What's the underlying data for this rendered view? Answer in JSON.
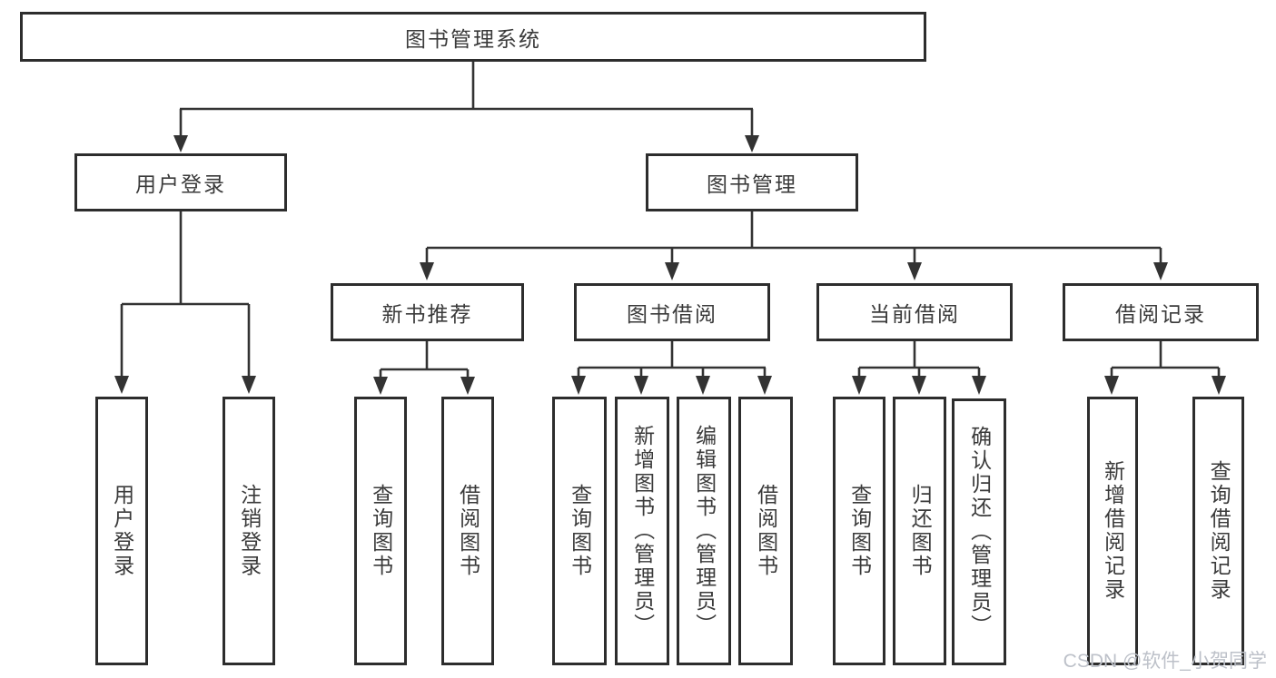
{
  "diagram": {
    "title": "图书管理系统",
    "type": "functional-structure-tree"
  },
  "colors": {
    "background": "#ffffff",
    "line": "#333333",
    "border": "#2d2d2d",
    "text": "#3a3a3a",
    "watermark": "#bdc1c9"
  },
  "tree": {
    "root": {
      "label": "图书管理系统"
    },
    "branches": [
      {
        "label": "用户登录",
        "children": [
          {
            "label": "用户登录"
          },
          {
            "label": "注销登录"
          }
        ]
      },
      {
        "label": "图书管理",
        "children": [
          {
            "label": "新书推荐",
            "children": [
              {
                "label": "查询图书"
              },
              {
                "label": "借阅图书"
              }
            ]
          },
          {
            "label": "图书借阅",
            "children": [
              {
                "label": "查询图书"
              },
              {
                "label": "新增图书（管理员）"
              },
              {
                "label": "编辑图书（管理员）"
              },
              {
                "label": "借阅图书"
              }
            ]
          },
          {
            "label": "当前借阅",
            "children": [
              {
                "label": "查询图书"
              },
              {
                "label": "归还图书"
              },
              {
                "label": "确认归还（管理员）"
              }
            ]
          },
          {
            "label": "借阅记录",
            "children": [
              {
                "label": "新增借阅记录"
              },
              {
                "label": "查询借阅记录"
              }
            ]
          }
        ]
      }
    ]
  },
  "watermark": {
    "text": "CSDN @软件_小贺同学"
  }
}
